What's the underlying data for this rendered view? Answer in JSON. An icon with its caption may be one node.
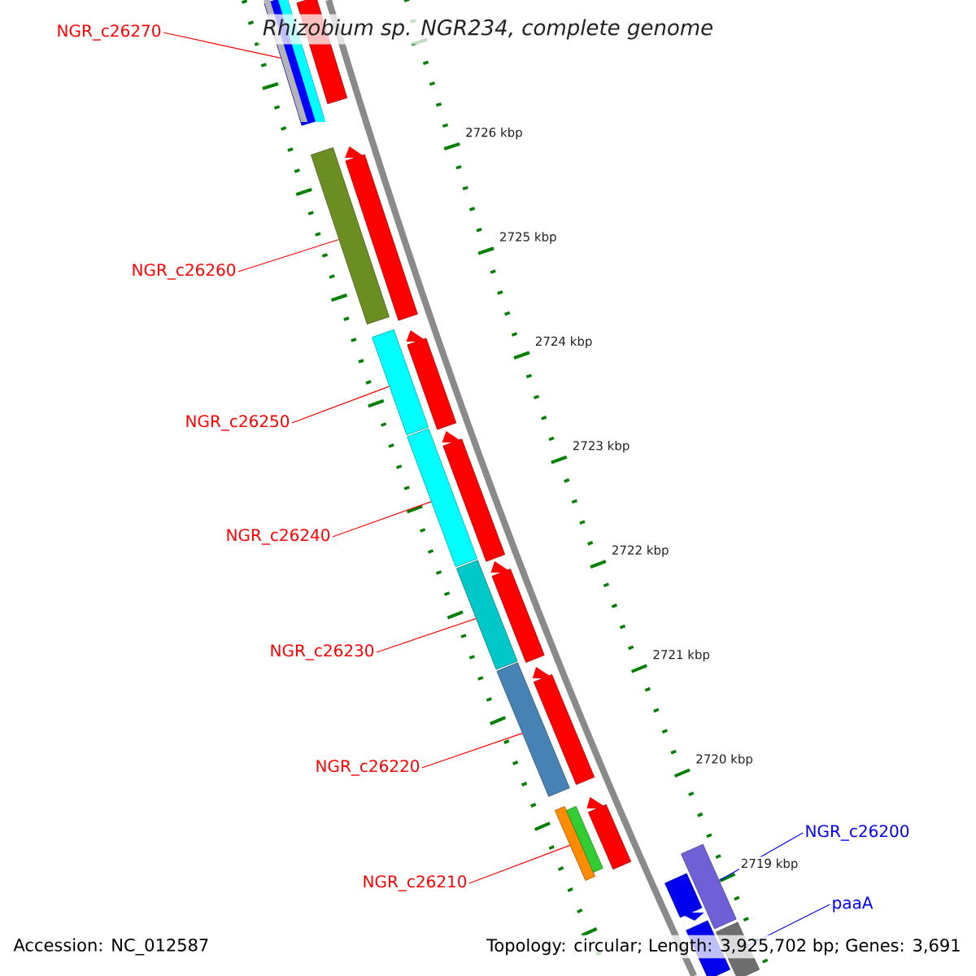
{
  "diagram": {
    "title": "Rhizobium sp. NGR234, complete genome",
    "nodes": [
      {
        "text": [
          "NGR_c26270"
        ]
      },
      {
        "text": [],
        "shape": "bar"
      },
      {
        "text": [
          "NGR_c26260"
        ]
      },
      {
        "text": [],
        "shape": "bar"
      },
      {
        "text": [
          "NGR_c26250"
        ]
      },
      {
        "text": [],
        "shape": "bar"
      },
      {
        "text": [
          "NGR_c26240"
        ]
      },
      {
        "text": [],
        "shape": "bar"
      },
      {
        "text": [
          "NGR_c26230"
        ]
      },
      {
        "text": [],
        "shape": "bar"
      },
      {
        "text": [
          "NGR_c26220"
        ]
      },
      {
        "text": [],
        "shape": "bar"
      },
      {
        "text": [
          "NGR_c26210"
        ]
      },
      {
        "text": [],
        "shape": "bar"
      },
      {
        "text": [
          "NGR_c26200"
        ]
      },
      {
        "text": [],
        "shape": "bar"
      },
      {
        "text": [
          "paaA"
        ]
      },
      {
        "text": [],
        "shape": "bar"
      },
      {
        "text": [],
        "shape": "bar"
      },
      {
        "text": [],
        "shape": "bar"
      },
      {
        "text": [],
        "shape": "bar"
      },
      {
        "text": [],
        "shape": "bar"
      },
      {
        "text": [],
        "shape": "bar"
      },
      {
        "text": [],
        "shape": "bar"
      },
      {
        "text": [],
        "shape": "bar"
      },
      {
        "text": [],
        "shape": "bar"
      },
      {
        "text": [],
        "shape": "bar"
      },
      {
        "text": [],
        "shape": "bar"
      }
    ],
    "edges": [
      {
        "from": 0,
        "to": 1,
        "arrow": "none"
      },
      {
        "from": 2,
        "to": 3,
        "arrow": "none"
      },
      {
        "from": 4,
        "to": 5,
        "arrow": "none"
      },
      {
        "from": 6,
        "to": 7,
        "arrow": "none"
      },
      {
        "from": 8,
        "to": 9,
        "arrow": "none"
      },
      {
        "from": 10,
        "to": 11,
        "arrow": "none"
      },
      {
        "from": 12,
        "to": 13,
        "arrow": "none"
      },
      {
        "from": 14,
        "to": 15,
        "arrow": "none",
        "color": "#0000ff"
      },
      {
        "from": 16,
        "to": 17,
        "arrow": "none",
        "color": "#0000ff"
      }
    ],
    "labels": [
      "2726 kbp",
      "2725 kbp",
      "2724 kbp",
      "2723 kbp",
      "2722 kbp",
      "2721 kbp",
      "2720 kbp",
      "2719 kbp",
      "Accession: NC_012587",
      "Topology: circular; Length: 3,925,702 bp; Genes: 3,691"
    ]
  }
}
